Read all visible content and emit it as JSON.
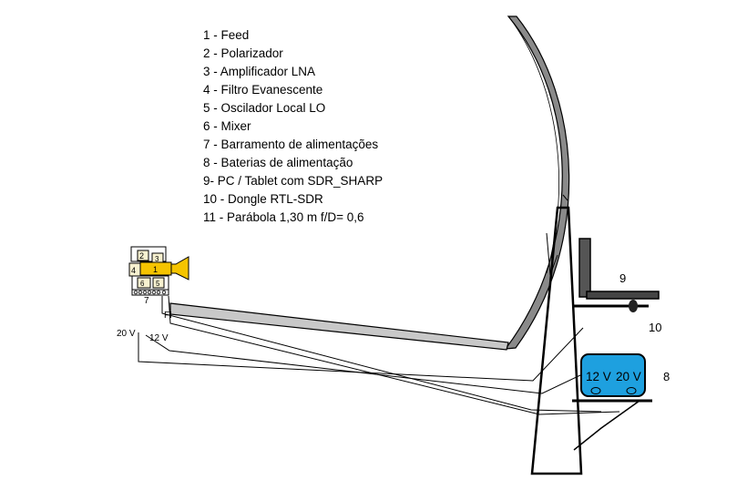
{
  "legend": [
    "1 - Feed",
    "2 - Polarizador",
    "3 - Amplificador LNA",
    "4 - Filtro Evanescente",
    "5 - Oscilador Local LO",
    "6 - Mixer",
    "7 - Barramento de alimentações",
    "8 - Baterias de alimentação",
    "9- PC / Tablet  com SDR_SHARP",
    "10 - Dongle RTL-SDR",
    "11 - Parábola 1,30 m f/D= 0,6"
  ],
  "component_numbers": {
    "feed": "1",
    "polarizer": "2",
    "lna": "3",
    "filter": "4",
    "oscillator": "5",
    "mixer": "6",
    "bus": "7"
  },
  "callouts": {
    "pc": "9",
    "dongle": "10",
    "battery": "8"
  },
  "battery_labels": {
    "left": "12 V",
    "right": "20 V"
  },
  "wire_labels": {
    "v20": "20 V",
    "v12": "12 V",
    "fi": "FI"
  },
  "colors": {
    "feed_horn": "#f5c400",
    "battery": "#1ea0df",
    "component_box": "#f7f1d0",
    "dish": "#7a7a7a"
  }
}
